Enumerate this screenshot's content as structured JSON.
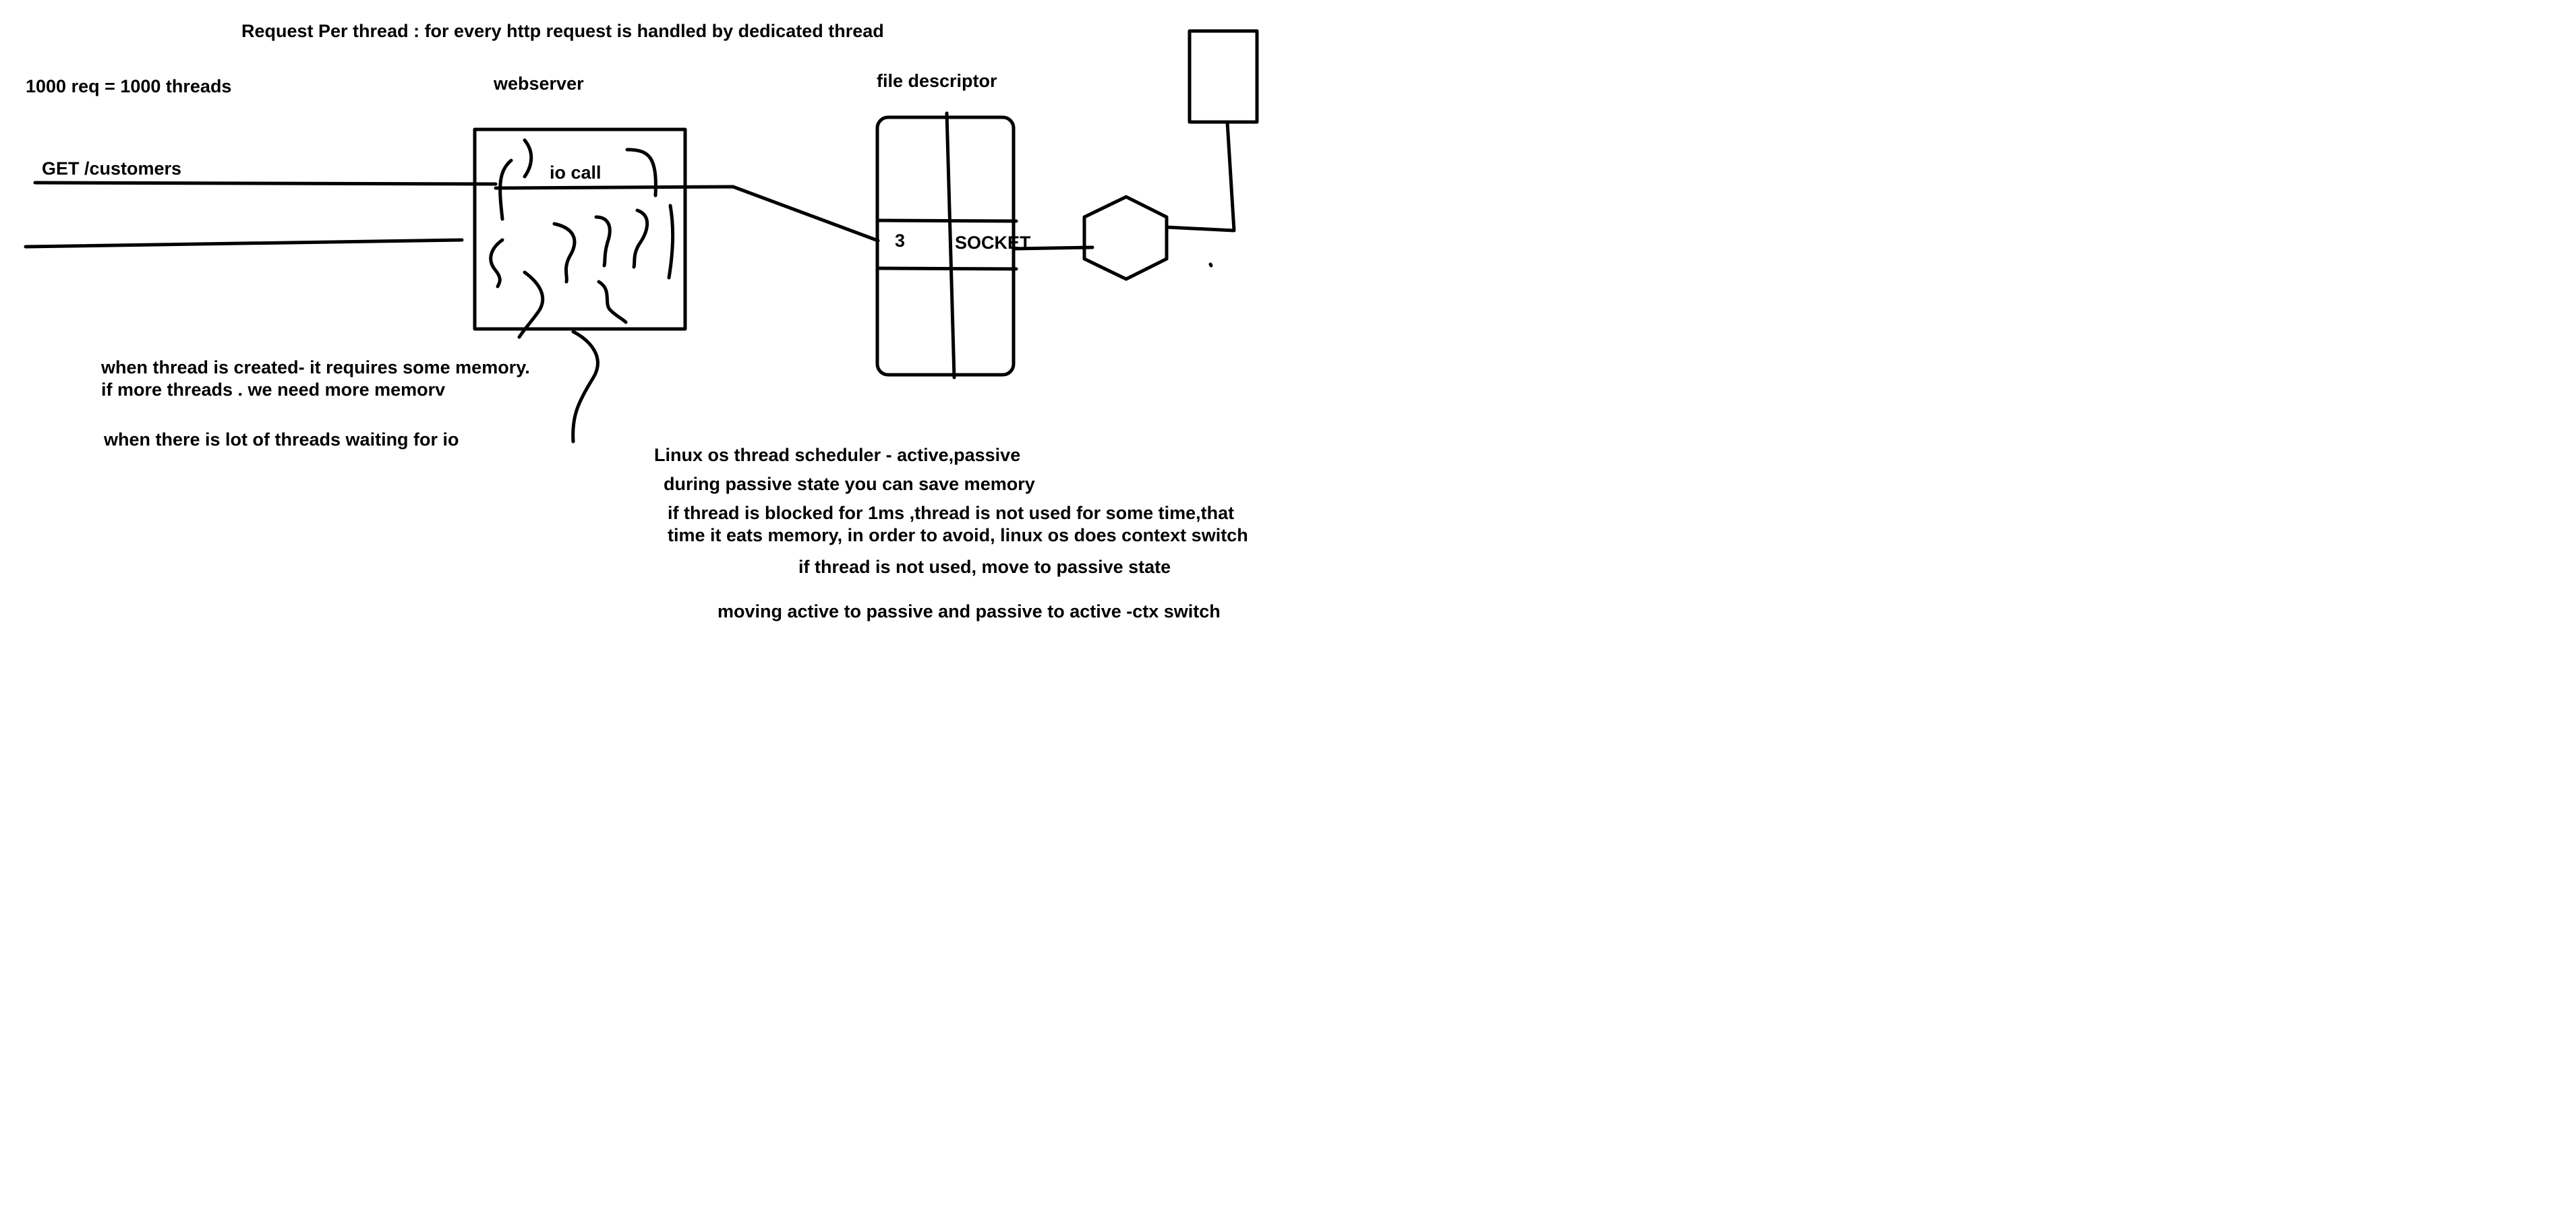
{
  "title": "Request Per thread : for every http request is handled by dedicated thread",
  "labels": {
    "req_threads": "1000 req = 1000 threads",
    "webserver": "webserver",
    "file_descriptor": "file descriptor",
    "get_customers": "GET /customers",
    "io_call": "io call",
    "fd_number": "3",
    "socket": "SOCKET"
  },
  "notes": {
    "memory_line1": "when thread is created- it requires some memory.",
    "memory_line2": "if more threads . we need more memorv",
    "waiting_io": "when there is lot of threads waiting for io",
    "scheduler": "Linux os thread scheduler - active,passive",
    "passive_state": "during passive state you can save memory",
    "blocked_line1": "if thread is blocked for 1ms ,thread is not used for some time,that",
    "blocked_line2": "time it eats memory, in order to avoid, linux os does context switch",
    "not_used": "if thread is not used, move to passive state",
    "ctx_switch": "moving active to passive and passive to active -ctx switch"
  }
}
